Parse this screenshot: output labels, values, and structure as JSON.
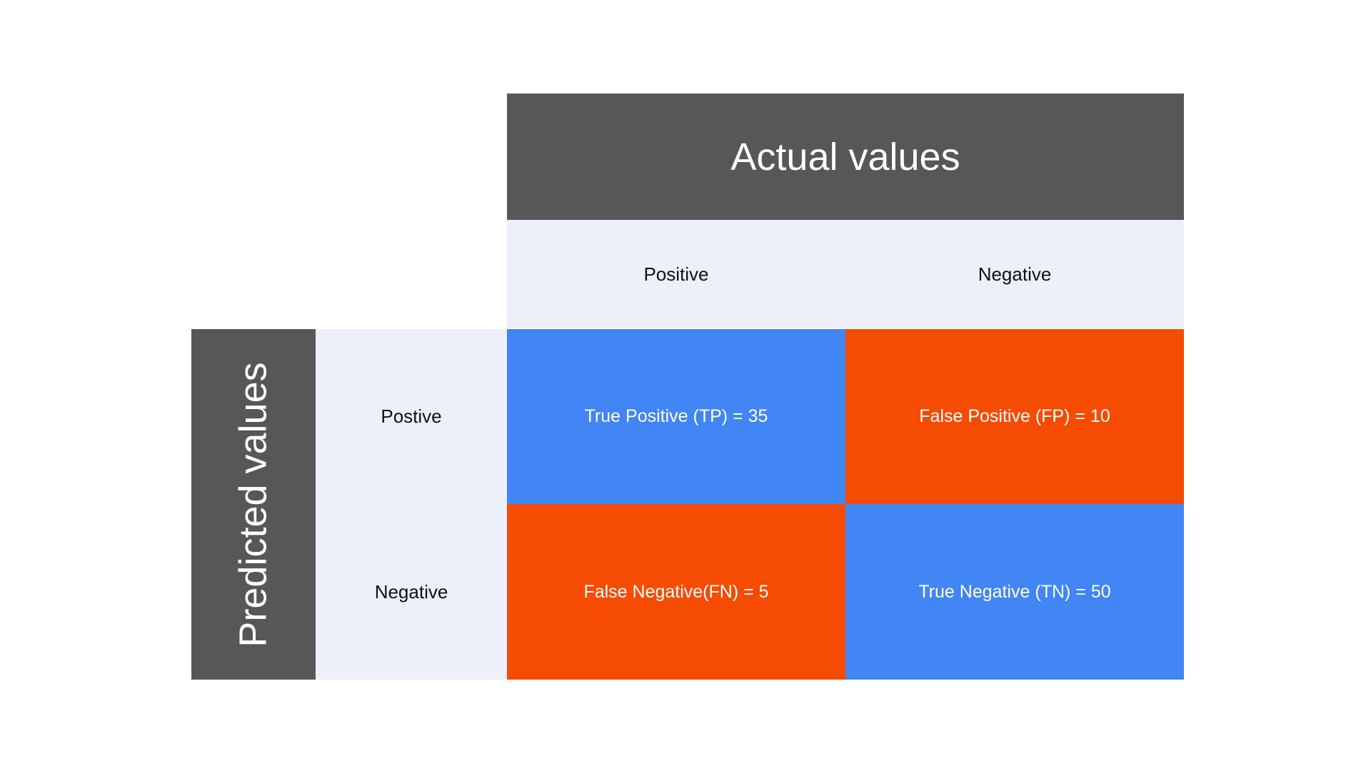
{
  "actual": {
    "title": "Actual values",
    "positive_label": "Positive",
    "negative_label": "Negative"
  },
  "predicted": {
    "title": "Predicted values",
    "positive_label": "Postive",
    "negative_label": "Negative"
  },
  "cells": {
    "tp": "True Positive (TP) = 35",
    "fp": "False Positive (FP) = 10",
    "fn": "False Negative(FN) = 5",
    "tn": "True Negative (TN) = 50"
  },
  "colors": {
    "header_dark": "#575757",
    "label_light": "#edf0fa",
    "correct_blue": "#4285f4",
    "error_orange": "#f64b03"
  }
}
